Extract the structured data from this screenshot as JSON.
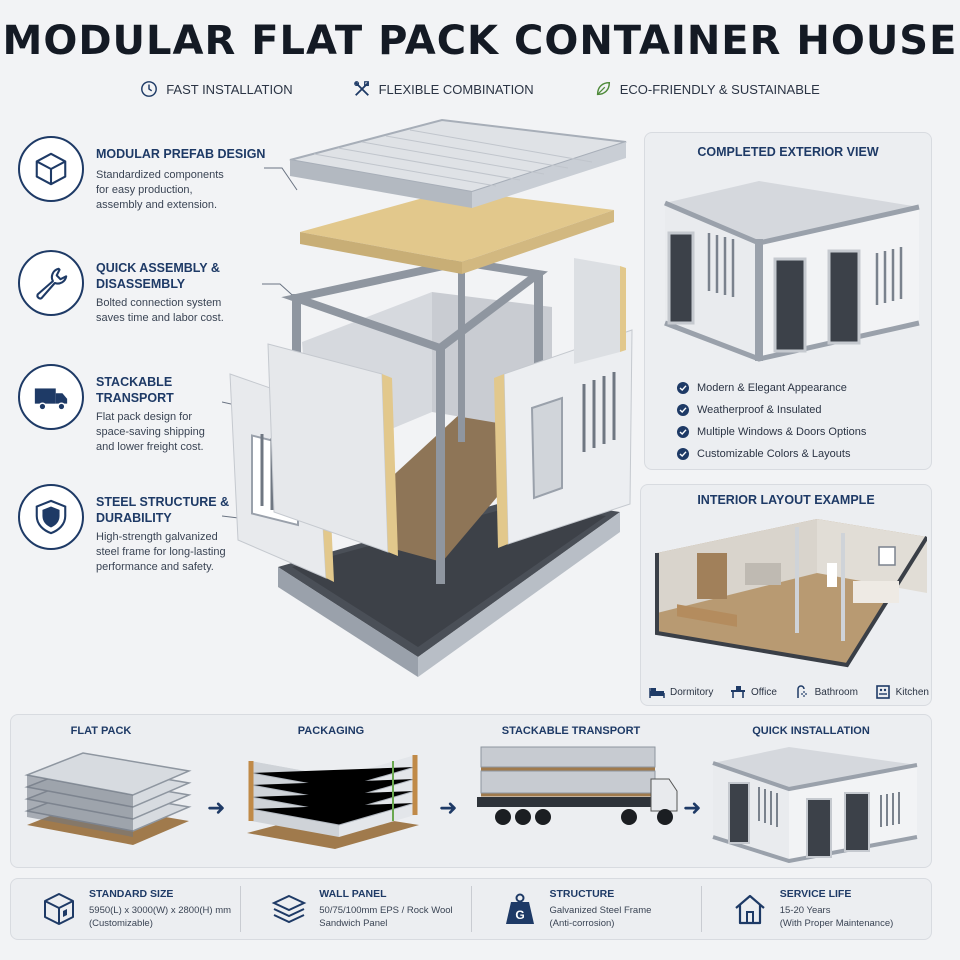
{
  "title": "MODULAR FLAT PACK CONTAINER HOUSE",
  "tagline": [
    {
      "label": "FAST INSTALLATION",
      "icon": "clock-icon"
    },
    {
      "label": "FLEXIBLE COMBINATION",
      "icon": "tools-icon"
    },
    {
      "label": "ECO-FRIENDLY & SUSTAINABLE",
      "icon": "leaf-icon"
    }
  ],
  "features": [
    {
      "title": "MODULAR PREFAB DESIGN",
      "desc": [
        "Standardized components",
        "for easy production,",
        "assembly and extension."
      ],
      "icon": "cube-icon"
    },
    {
      "title": [
        "QUICK ASSEMBLY &",
        "DISASSEMBLY"
      ],
      "desc": [
        "Bolted connection system",
        "saves time and labor cost."
      ],
      "icon": "wrench-icon"
    },
    {
      "title": [
        "STACKABLE",
        "TRANSPORT"
      ],
      "desc": [
        "Flat pack design for",
        "space-saving shipping",
        "and lower freight cost."
      ],
      "icon": "truck-icon"
    },
    {
      "title": [
        "STEEL STRUCTURE &",
        "DURABILITY"
      ],
      "desc": [
        "High-strength galvanized",
        "steel frame for long-lasting",
        "performance and safety."
      ],
      "icon": "shield-icon"
    }
  ],
  "exterior": {
    "title": "COMPLETED EXTERIOR VIEW",
    "checklist": [
      "Modern & Elegant Appearance",
      "Weatherproof & Insulated",
      "Multiple Windows & Doors Options",
      "Customizable Colors & Layouts"
    ]
  },
  "interior": {
    "title": "INTERIOR LAYOUT EXAMPLE",
    "rooms": [
      {
        "label": "Dormitory",
        "icon": "bed-icon"
      },
      {
        "label": "Office",
        "icon": "desk-icon"
      },
      {
        "label": "Bathroom",
        "icon": "shower-icon"
      },
      {
        "label": "Kitchen",
        "icon": "kitchen-icon"
      }
    ]
  },
  "steps": [
    "FLAT PACK",
    "PACKAGING",
    "STACKABLE TRANSPORT",
    "QUICK INSTALLATION"
  ],
  "specs": [
    {
      "title": "STANDARD SIZE",
      "desc": [
        "5950(L) x 3000(W) x 2800(H) mm",
        "(Customizable)"
      ],
      "icon": "box-icon"
    },
    {
      "title": "WALL PANEL",
      "desc": [
        "50/75/100mm EPS / Rock Wool",
        "Sandwich Panel"
      ],
      "icon": "layers-icon"
    },
    {
      "title": "STRUCTURE",
      "desc": [
        "Galvanized Steel Frame",
        "(Anti-corrosion)"
      ],
      "icon": "weight-icon",
      "badge": "G"
    },
    {
      "title": "SERVICE LIFE",
      "desc": [
        "15-20 Years",
        "(With Proper Maintenance)"
      ],
      "icon": "house-icon"
    }
  ],
  "colors": {
    "navy": "#1e3a66",
    "panel": "#e3e5e8",
    "wood": "#a58a66",
    "insulation": "#e2c88c"
  }
}
